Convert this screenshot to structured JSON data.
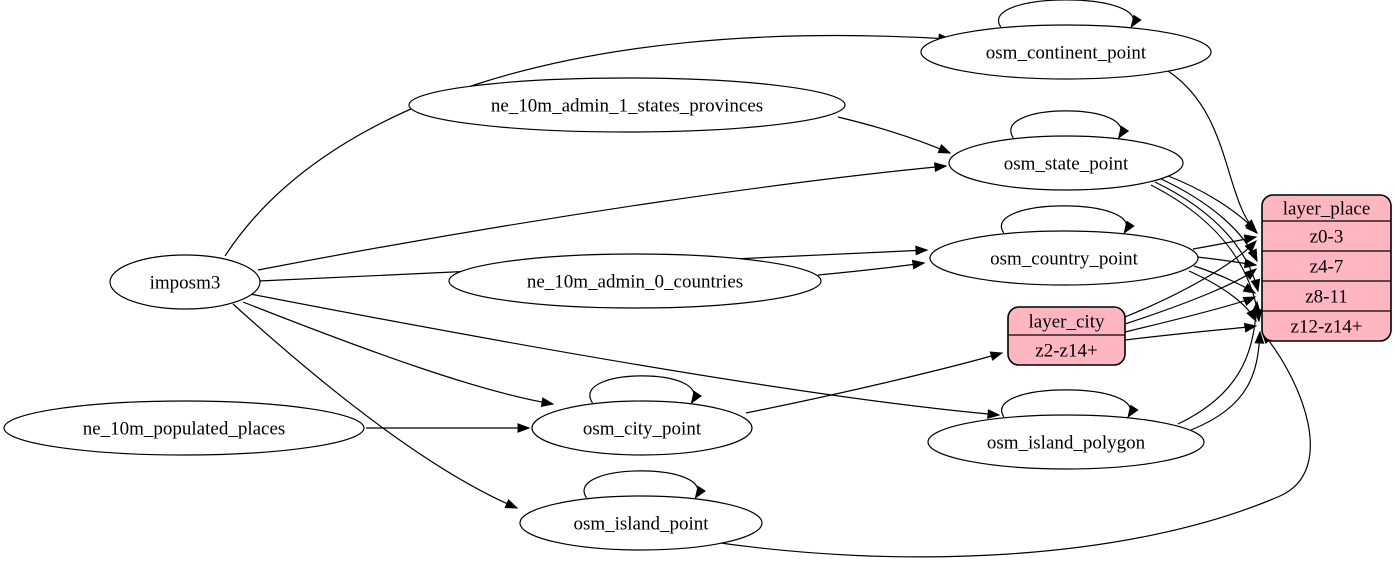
{
  "diagram": {
    "background": "#ffffff",
    "ellipse_fill": "#ffffff",
    "record_fill": "#ffb6c1",
    "stroke_color": "#000000",
    "nodes": [
      {
        "id": "imposm3",
        "label": "imposm3",
        "shape": "ellipse"
      },
      {
        "id": "ne_10m_admin_1_states_provinces",
        "label": "ne_10m_admin_1_states_provinces",
        "shape": "ellipse"
      },
      {
        "id": "ne_10m_admin_0_countries",
        "label": "ne_10m_admin_0_countries",
        "shape": "ellipse"
      },
      {
        "id": "ne_10m_populated_places",
        "label": "ne_10m_populated_places",
        "shape": "ellipse"
      },
      {
        "id": "osm_continent_point",
        "label": "osm_continent_point",
        "shape": "ellipse"
      },
      {
        "id": "osm_state_point",
        "label": "osm_state_point",
        "shape": "ellipse"
      },
      {
        "id": "osm_country_point",
        "label": "osm_country_point",
        "shape": "ellipse"
      },
      {
        "id": "osm_city_point",
        "label": "osm_city_point",
        "shape": "ellipse"
      },
      {
        "id": "osm_island_polygon",
        "label": "osm_island_polygon",
        "shape": "ellipse"
      },
      {
        "id": "osm_island_point",
        "label": "osm_island_point",
        "shape": "ellipse"
      },
      {
        "id": "layer_city",
        "label": "layer_city",
        "shape": "record",
        "rows": [
          "z2-z14+"
        ]
      },
      {
        "id": "layer_place",
        "label": "layer_place",
        "shape": "record",
        "rows": [
          "z0-3",
          "z4-7",
          "z8-11",
          "z12-z14+"
        ]
      }
    ],
    "edges": [
      {
        "from": "imposm3",
        "to": "osm_continent_point"
      },
      {
        "from": "imposm3",
        "to": "osm_state_point"
      },
      {
        "from": "imposm3",
        "to": "osm_country_point"
      },
      {
        "from": "imposm3",
        "to": "osm_city_point"
      },
      {
        "from": "imposm3",
        "to": "osm_island_polygon"
      },
      {
        "from": "imposm3",
        "to": "osm_island_point"
      },
      {
        "from": "ne_10m_admin_1_states_provinces",
        "to": "osm_state_point"
      },
      {
        "from": "ne_10m_admin_0_countries",
        "to": "osm_country_point"
      },
      {
        "from": "ne_10m_populated_places",
        "to": "osm_city_point"
      },
      {
        "from": "osm_continent_point",
        "to": "osm_continent_point"
      },
      {
        "from": "osm_state_point",
        "to": "osm_state_point"
      },
      {
        "from": "osm_country_point",
        "to": "osm_country_point"
      },
      {
        "from": "osm_city_point",
        "to": "osm_city_point"
      },
      {
        "from": "osm_island_polygon",
        "to": "osm_island_polygon"
      },
      {
        "from": "osm_island_point",
        "to": "osm_island_point"
      },
      {
        "from": "osm_continent_point",
        "to": "layer_place",
        "row": "z0-3"
      },
      {
        "from": "osm_state_point",
        "to": "layer_place",
        "row": "z0-3"
      },
      {
        "from": "osm_state_point",
        "to": "layer_place",
        "row": "z4-7"
      },
      {
        "from": "osm_state_point",
        "to": "layer_place",
        "row": "z8-11"
      },
      {
        "from": "osm_state_point",
        "to": "layer_place",
        "row": "z12-z14+"
      },
      {
        "from": "osm_country_point",
        "to": "layer_place",
        "row": "z0-3"
      },
      {
        "from": "osm_country_point",
        "to": "layer_place",
        "row": "z4-7"
      },
      {
        "from": "osm_country_point",
        "to": "layer_place",
        "row": "z8-11"
      },
      {
        "from": "osm_country_point",
        "to": "layer_place",
        "row": "z12-z14+"
      },
      {
        "from": "osm_city_point",
        "to": "layer_city",
        "row": "z2-z14+"
      },
      {
        "from": "layer_city",
        "to": "layer_place",
        "row": "z0-3"
      },
      {
        "from": "layer_city",
        "to": "layer_place",
        "row": "z4-7"
      },
      {
        "from": "layer_city",
        "to": "layer_place",
        "row": "z8-11"
      },
      {
        "from": "layer_city",
        "to": "layer_place",
        "row": "z12-z14+"
      },
      {
        "from": "osm_island_polygon",
        "to": "layer_place",
        "row": "z8-11"
      },
      {
        "from": "osm_island_polygon",
        "to": "layer_place",
        "row": "z12-z14+"
      },
      {
        "from": "osm_island_point",
        "to": "layer_place",
        "row": "z12-z14+"
      }
    ]
  }
}
